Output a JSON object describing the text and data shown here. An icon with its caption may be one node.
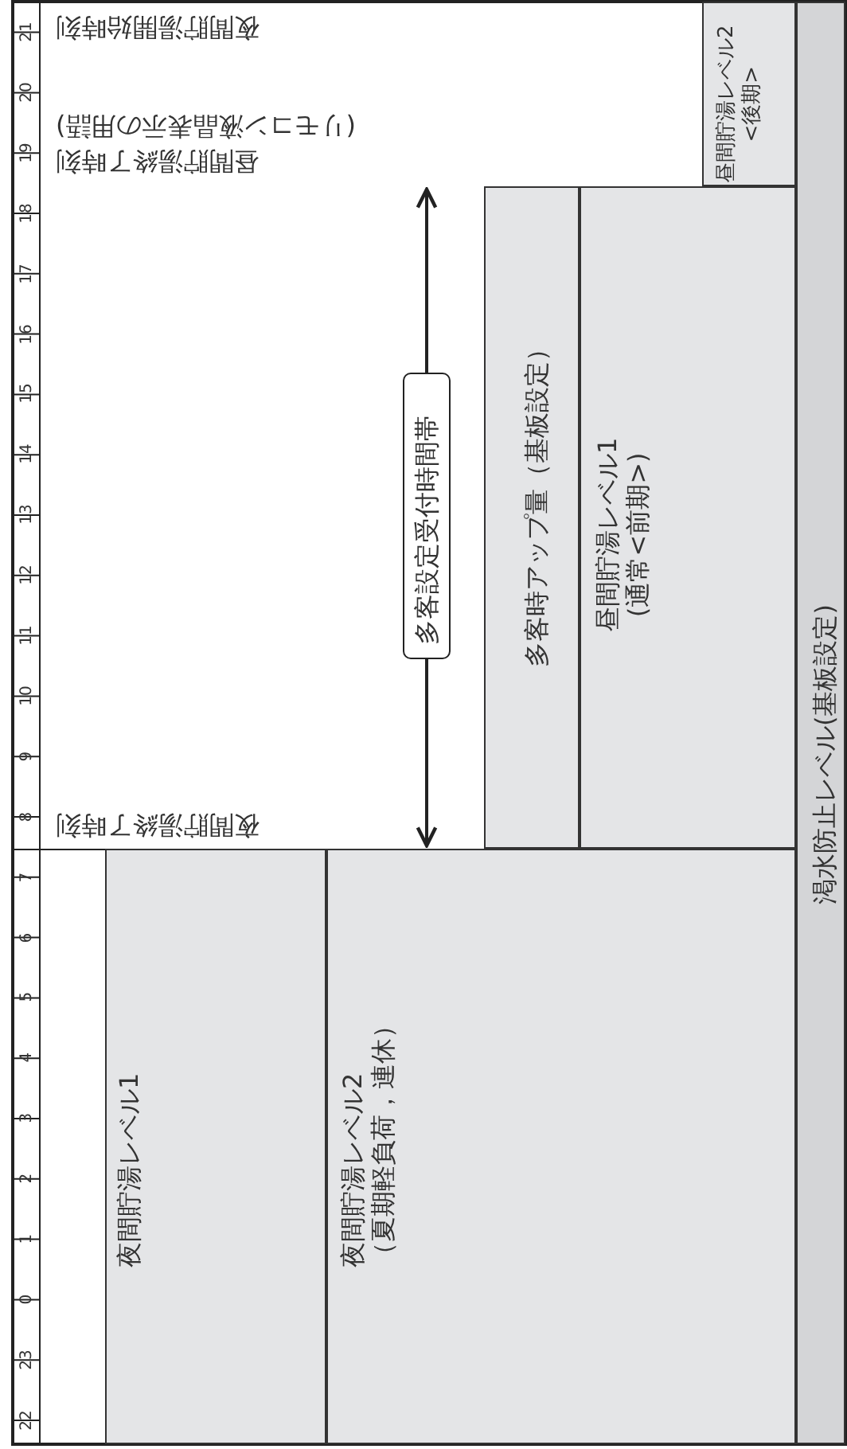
{
  "diagram": {
    "nodes": [
      {
        "text": [
          "夜間貯湯レベル1"
        ]
      },
      {
        "text": [
          "夜間貯湯レベル2 （夏期軽負荷，連休）"
        ]
      },
      {
        "text": [
          "多客設定受付時間帯"
        ]
      },
      {
        "text": [
          "多客時アップ量（基板設定）"
        ]
      },
      {
        "text": [
          "昼間貯湯レベル1 (通常<前期>)"
        ]
      },
      {
        "text": [
          "昼間貯湯レベル2 <後期>"
        ]
      },
      {
        "text": [
          "渇水防止レベル(基板設定)"
        ]
      }
    ],
    "labels": [
      "21",
      "20",
      "19",
      "18",
      "17",
      "16",
      "15",
      "14",
      "13",
      "12",
      "11",
      "10",
      "9",
      "8",
      "7",
      "6",
      "5",
      "4",
      "3",
      "2",
      "1",
      "0",
      "23",
      "22",
      "夜間貯湯開始時刻",
      "(リモコン液晶表示の用語)",
      "昼間貯湯終了時刻",
      "夜間貯湯終了時刻"
    ]
  }
}
